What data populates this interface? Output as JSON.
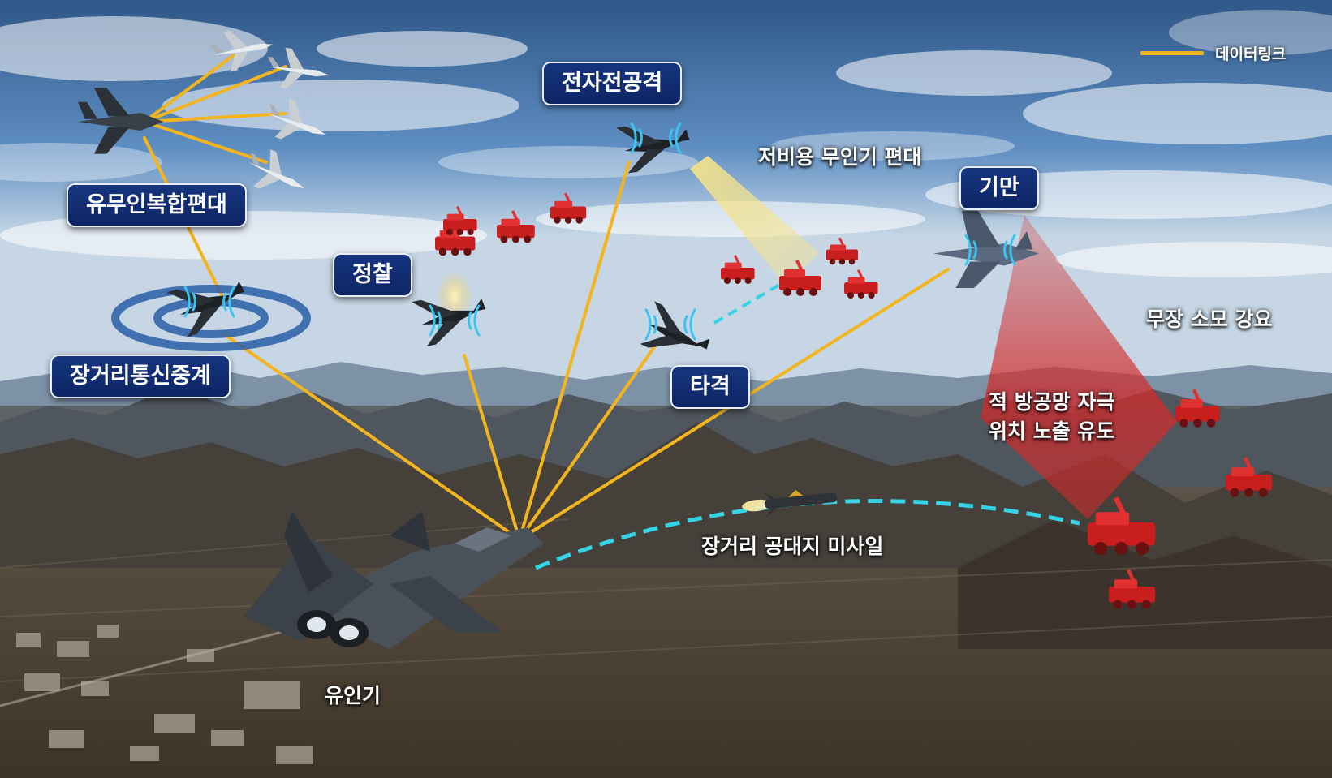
{
  "legend": {
    "datalink_label": "데이터링크",
    "datalink_color": "#f2b51f"
  },
  "labels": {
    "manned_unmanned_team": "유무인복합편대",
    "long_range_relay": "장거리통신중계",
    "reconnaissance": "정찰",
    "electronic_attack": "전자전공격",
    "low_cost_swarm": "저비용 무인기 편대",
    "deception": "기만",
    "strike": "타격",
    "munition_exhaustion": "무장 소모 강요",
    "air_defense_lure_line1": "적 방공망 자극",
    "air_defense_lure_line2": "위치 노출 유도",
    "long_range_missile": "장거리 공대지 미사일",
    "manned_aircraft": "유인기"
  },
  "colors": {
    "label_box": "#102a6e",
    "missile_path": "#36d2e6",
    "deception_beam": "#d42a2a",
    "jamming_beam": "#f5e38a"
  },
  "icons": [
    "fighter-jet-icon",
    "drone-icon",
    "red-vehicle-icon",
    "missile-icon",
    "radar-wave-icon"
  ]
}
